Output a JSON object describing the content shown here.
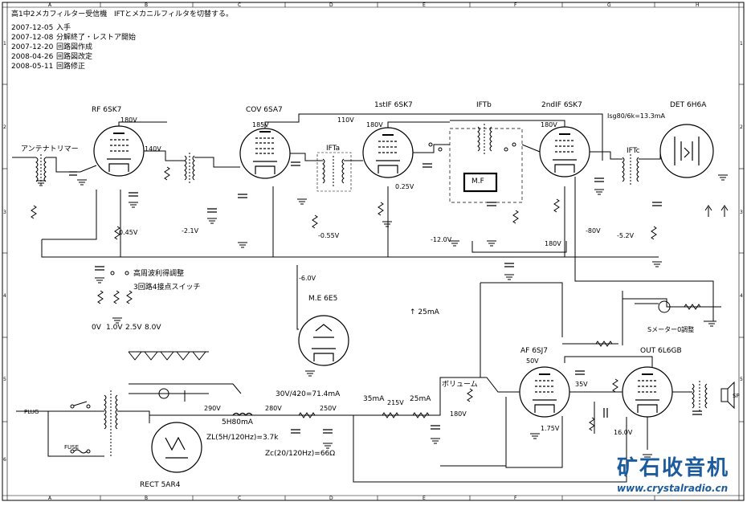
{
  "header": {
    "title": "高1中2メカフィルター受信機",
    "subtitle": "IFTとメカニルフィルタを切替する。",
    "history": [
      {
        "date": "2007-12-05",
        "note": "入手"
      },
      {
        "date": "2007-12-08",
        "note": "分解終了・レストア開始"
      },
      {
        "date": "2007-12-20",
        "note": "回路図作成"
      },
      {
        "date": "2008-04-26",
        "note": "回路図改定"
      },
      {
        "date": "2008-05-11",
        "note": "回路修正"
      }
    ]
  },
  "grid": {
    "cols": [
      "A",
      "B",
      "C",
      "D",
      "E",
      "F",
      "G",
      "H"
    ],
    "rows": [
      "1",
      "2",
      "3",
      "4",
      "5",
      "6"
    ]
  },
  "tubes": {
    "rf": "RF 6SK7",
    "conv": "COV 6SA7",
    "if1": "1stIF 6SK7",
    "if2": "2ndIF 6SK7",
    "det": "DET 6H6A",
    "me": "M.E 6E5",
    "af": "AF 6SJ7",
    "out": "OUT 6L6GB",
    "rect": "RECT 5AR4"
  },
  "labels": {
    "antenna": "アンテナトリマー",
    "ifta": "IFTa",
    "iftb": "IFTb",
    "iftc": "IFTc",
    "mf": "M.F",
    "gain": "高周波利得調整",
    "switch": "3回路4接点スイッチ",
    "volume": "ボリューム",
    "smeter": "Sメーター0調整",
    "plug": "PLUG",
    "fuse": "FUSE",
    "sp": "SP",
    "ratio": "Isg80/6k=13.3mA",
    "current1": "↑ 25mA",
    "calc1": "30V/420=71.4mA",
    "choke1": "5H80mA",
    "zl": "ZL(5H/120Hz)=3.7k",
    "zc": "Zc(20/120Hz)=66Ω",
    "cur35": "35mA",
    "cur25": "25mA",
    "steps": [
      "0V",
      "1.0V",
      "2.5V",
      "8.0V"
    ]
  },
  "voltages": {
    "v180a": "180V",
    "v140": "140V",
    "v185": "185V",
    "v110": "110V",
    "v180b": "180V",
    "v180c": "180V",
    "v025": "0.25V",
    "v045": "0.45V",
    "vm21": "-2.1V",
    "vm055": "-0.55V",
    "vm12": "-12.0V",
    "vm80": "-80V",
    "vm52": "-5.2V",
    "v180d": "180V",
    "vm60": "-6.0V",
    "v50": "50V",
    "v35": "35V",
    "v175": "1.75V",
    "v160": "16.0V",
    "v290": "290V",
    "v280": "280V",
    "v250": "250V",
    "v215": "215V",
    "v180e": "180V"
  },
  "watermark": {
    "cn": "矿石收音机",
    "url": "www.crystalradio.cn"
  }
}
